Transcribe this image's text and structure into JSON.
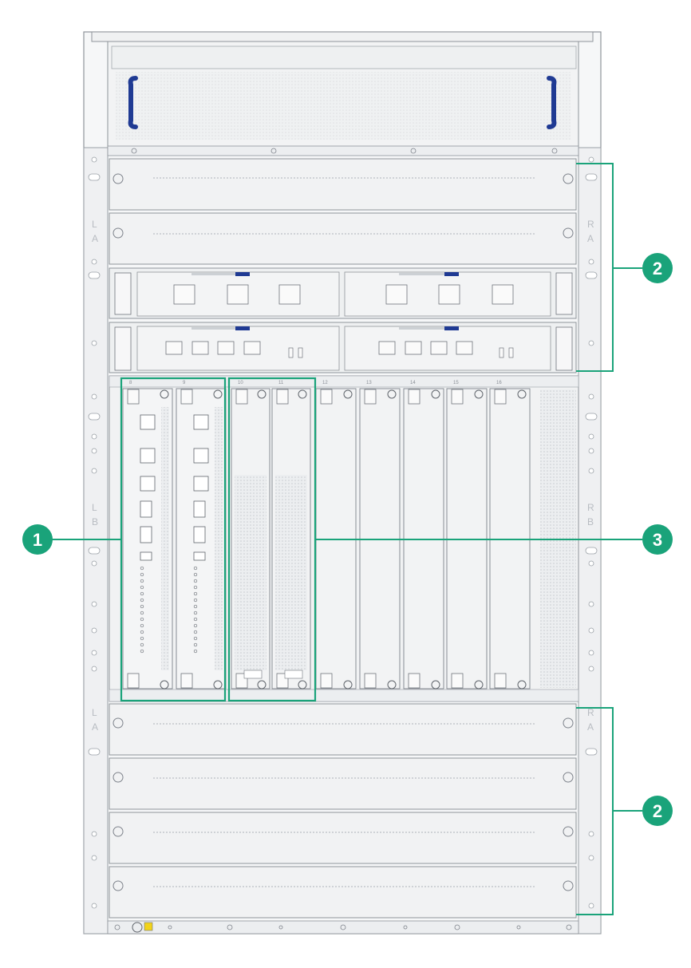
{
  "colors": {
    "accent": "#1aa37a",
    "handle": "#1f3a93",
    "chassis": "#f2f3f4",
    "line": "#8f949a"
  },
  "callouts": [
    {
      "label": "1"
    },
    {
      "label": "2"
    },
    {
      "label": "3"
    },
    {
      "label": "2"
    }
  ],
  "rail_labels": {
    "left_top": [
      "L",
      "A"
    ],
    "right_top": [
      "R",
      "A"
    ],
    "left_mid": [
      "L",
      "B"
    ],
    "right_mid": [
      "R",
      "B"
    ],
    "left_bottom": [
      "L",
      "A"
    ],
    "right_bottom": [
      "R",
      "A"
    ]
  },
  "slot_numbers": {
    "card_area_top": [
      "8",
      "9",
      "10",
      "11",
      "12",
      "13",
      "14",
      "15",
      "16"
    ]
  }
}
